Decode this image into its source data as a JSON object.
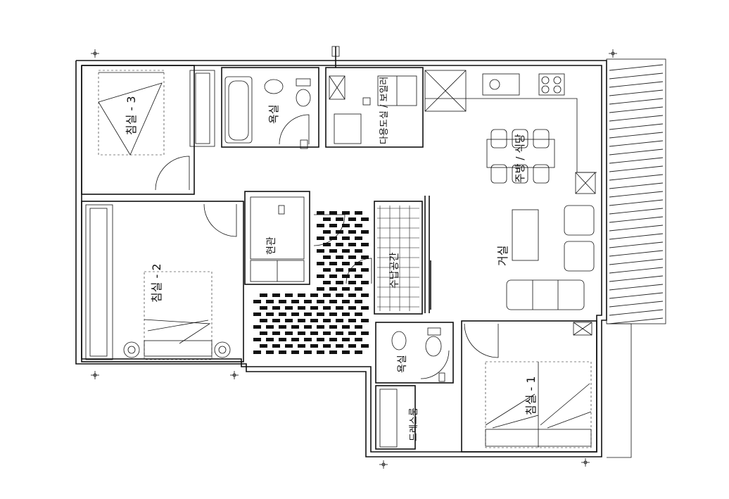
{
  "rooms": {
    "bedroom3": "침실 - 3",
    "bathroom_top": "욕실",
    "utility": "다용도실 / 보일러",
    "kitchen_dining": "주방 / 식당",
    "bedroom2": "침실 - 2",
    "entrance": "현관",
    "storage": "수납공간",
    "living": "거실",
    "bathroom_bottom": "욕실",
    "bedroom1": "침실 - 1",
    "dressroom": "드레스룸"
  },
  "colors": {
    "line": "#111111",
    "background": "#ffffff",
    "hatch": "#222222"
  }
}
